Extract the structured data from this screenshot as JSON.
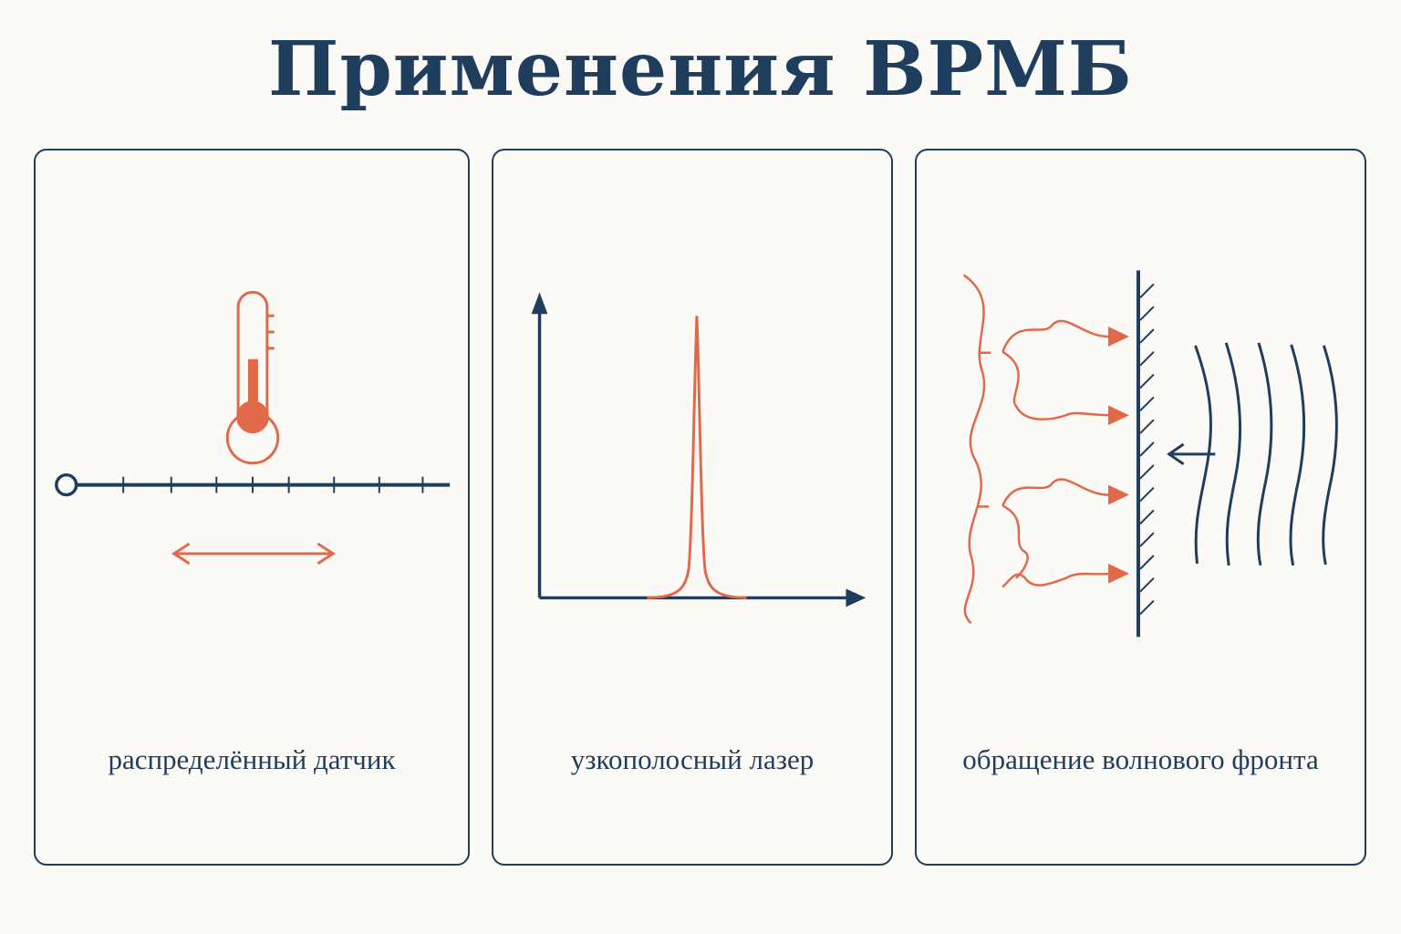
{
  "title": "Применения ВРМБ",
  "colors": {
    "navy": "#1f3d5c",
    "accent": "#e0694a",
    "background": "#fcfaf6"
  },
  "panels": [
    {
      "caption": "распределённый датчик",
      "icons": [
        "thermometer-icon",
        "fiber-line",
        "double-arrow-icon"
      ]
    },
    {
      "caption": "узкополосный лазер",
      "icons": [
        "spectrum-axes",
        "narrow-peak"
      ]
    },
    {
      "caption": "обращение волнового фронта",
      "icons": [
        "distorted-wave-icon",
        "mirror-icon",
        "plane-wavefronts-icon"
      ]
    }
  ]
}
